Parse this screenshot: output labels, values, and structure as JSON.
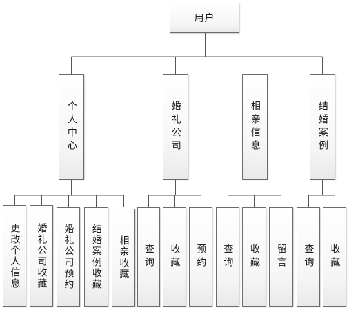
{
  "diagram": {
    "root": "用户",
    "branches": [
      {
        "label": "个人中心",
        "children": [
          "更改个人信息",
          "婚礼公司收藏",
          "婚礼公司预约",
          "结婚案例收藏",
          "相亲收藏"
        ]
      },
      {
        "label": "婚礼公司",
        "children": [
          "查询",
          "收藏",
          "预约"
        ]
      },
      {
        "label": "相亲信息",
        "children": [
          "查询",
          "收藏",
          "留言"
        ]
      },
      {
        "label": "结婚案例",
        "children": [
          "查询",
          "收藏"
        ]
      }
    ],
    "line_color": "#555555"
  }
}
